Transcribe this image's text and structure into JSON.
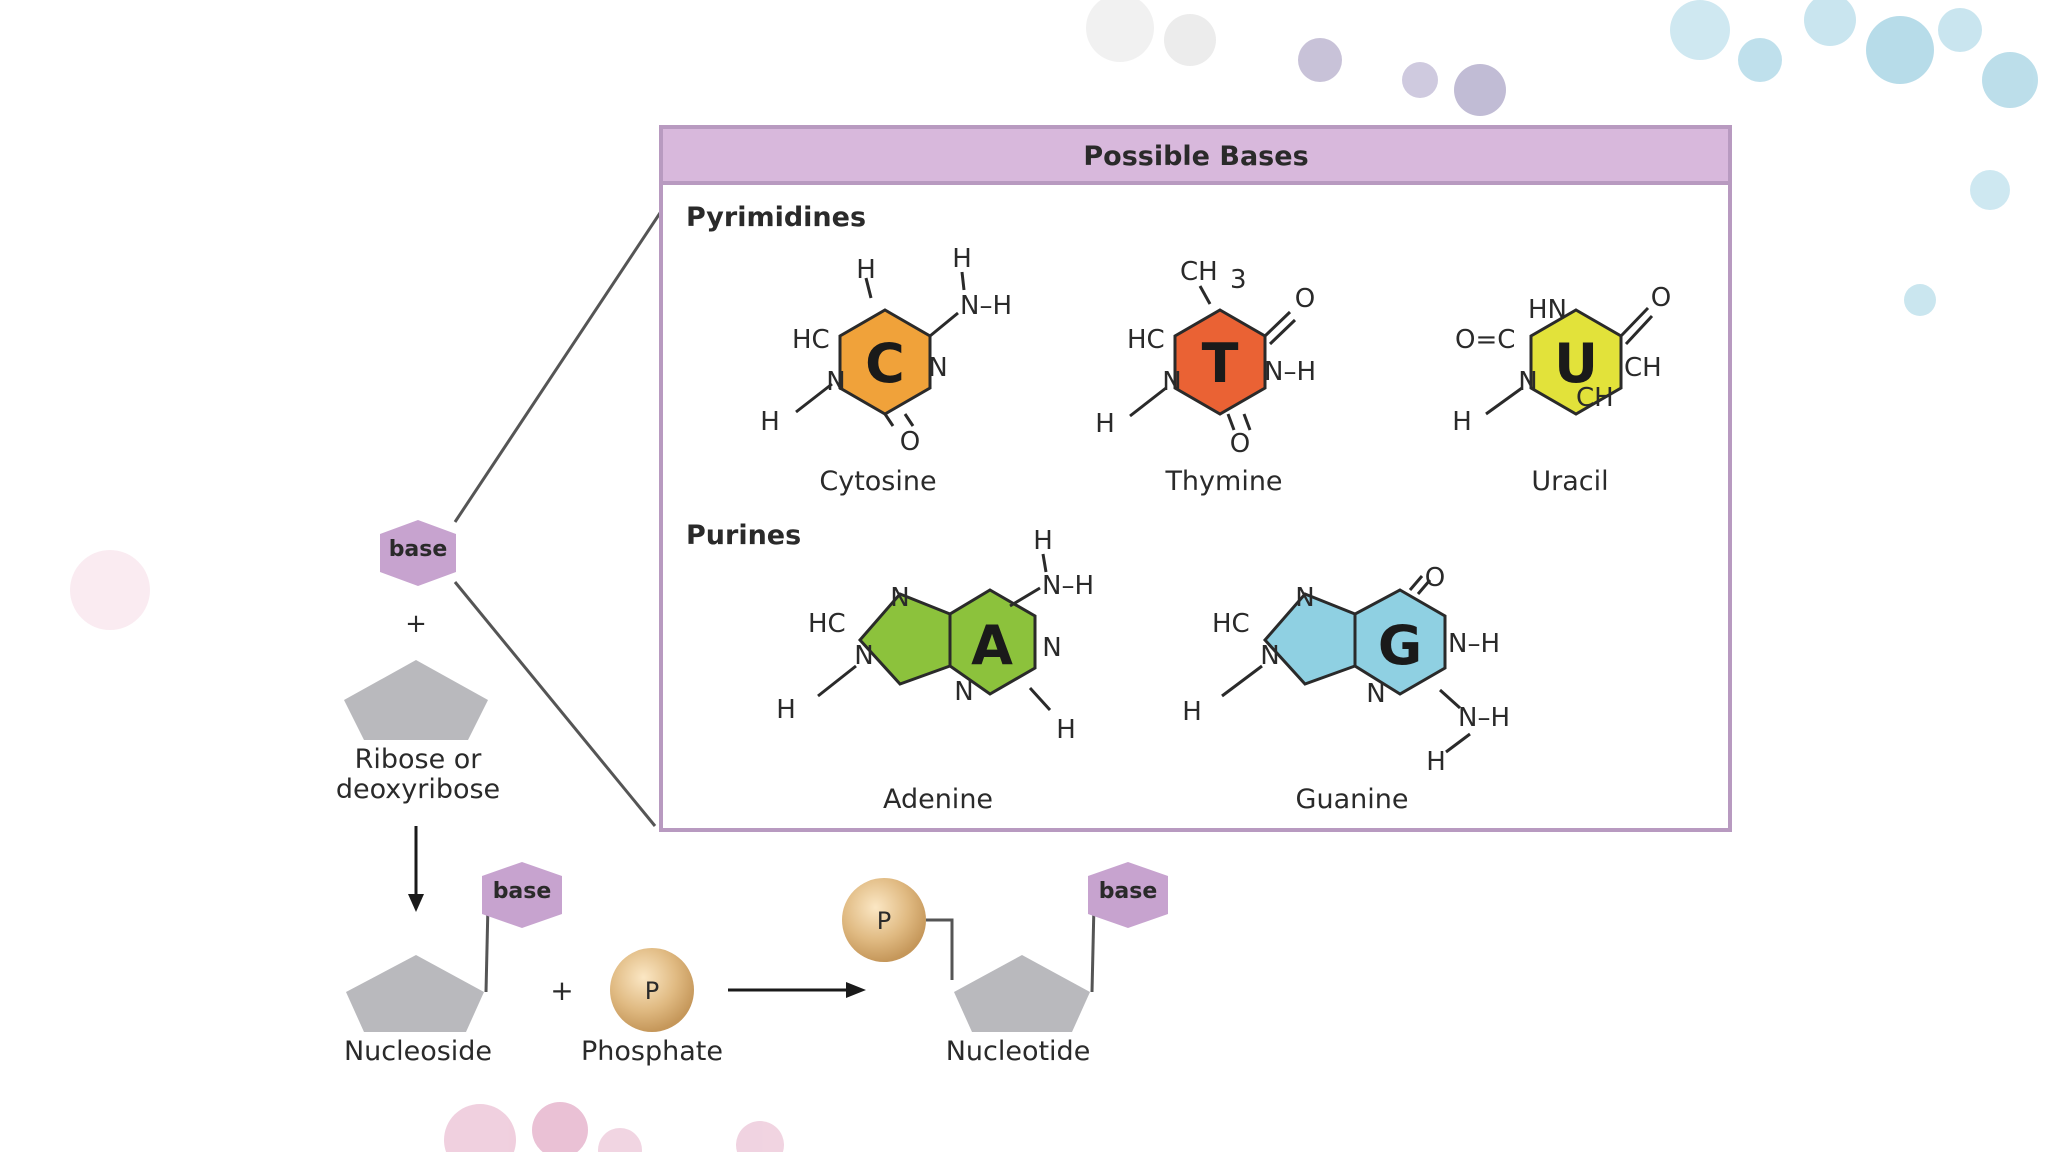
{
  "panel": {
    "title": "Possible Bases",
    "pyrimidines_heading": "Pyrimidines",
    "purines_heading": "Purines"
  },
  "bases": {
    "cytosine": {
      "letter": "C",
      "name": "Cytosine",
      "color": "#f0a23a"
    },
    "thymine": {
      "letter": "T",
      "name": "Thymine",
      "color": "#ea6234"
    },
    "uracil": {
      "letter": "U",
      "name": "Uracil",
      "color": "#e2e23a"
    },
    "adenine": {
      "letter": "A",
      "name": "Adenine",
      "color": "#8cc23c"
    },
    "guanine": {
      "letter": "G",
      "name": "Guanine",
      "color": "#8fd0e2"
    }
  },
  "atoms": {
    "H": "H",
    "HC": "HC",
    "HN": "HN",
    "C": "C",
    "N": "N",
    "O": "O",
    "CH": "CH",
    "CH3": "CH",
    "sub3": "3",
    "NH": "N–H",
    "OeqC": "O=C"
  },
  "left": {
    "base_label": "base",
    "plus": "+",
    "sugar_label_1": "Ribose or",
    "sugar_label_2": "deoxyribose"
  },
  "bottom": {
    "nucleoside_label": "Nucleoside",
    "plus": "+",
    "phosphate_symbol": "P",
    "phosphate_label": "Phosphate",
    "nucleotide_label": "Nucleotide",
    "base_label": "base"
  },
  "colors": {
    "panel_header": "#d8b8dc",
    "panel_border": "#b89ac0",
    "base_hex": "#c7a3cf",
    "sugar": "#b9b9bd",
    "phosphate": "#dab27a"
  }
}
